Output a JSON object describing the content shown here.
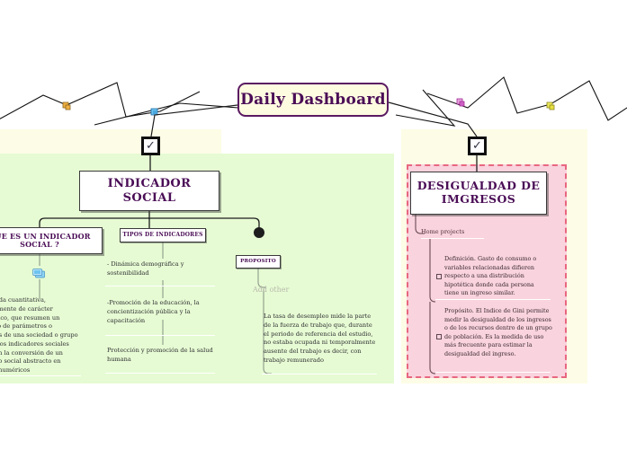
{
  "document": {
    "title": "Daily Dashboard",
    "type": "mindmap"
  },
  "colors": {
    "title_text": "#4a0d56",
    "title_bg": "#fdfbe0",
    "title_border": "#5b1a62",
    "panel_cream": "#fdfce6",
    "panel_green": "#e6fbd3",
    "panel_pink": "#f9d3de",
    "panel_pink_border": "#e8677f",
    "node_bg": "#ffffff",
    "node_border": "#3a3a3a",
    "leaf_text": "#2f2f33",
    "placeholder_text": "#b9b9ae",
    "marker_orange": "#f0b041",
    "marker_blue": "#4aa8e0",
    "marker_magenta": "#d060c8",
    "marker_yellow": "#e8e040"
  },
  "center": {
    "title": "Daily Dashboard"
  },
  "markers": {
    "left_checkbox": {
      "name": "checkbox-checked",
      "glyph": "✓"
    },
    "right_checkbox": {
      "name": "checkbox-checked",
      "glyph": "✓"
    }
  },
  "branches": {
    "social": {
      "heading": "INDICADOR SOCIAL",
      "children": [
        {
          "label": "QUE  ES  UN INDICADOR SOCIAL ?",
          "icon": "note-bubble-icon",
          "body": "na medida cuantitativa, generalmente de carácter estadístico, que resumen un conjunto de parámetros o atributos de una sociedad o grupo social. Los indicadores sociales permiten la conversión de un concepto social abstracto en valores numéricos"
        },
        {
          "label": "TIPOS DE INDICADORES",
          "items": [
            "- Dinámica demográfica y sostenibilidad",
            "-Promoción de la educación, la concientización pública y la capacitación",
            "Protección y promoción de la salud humana"
          ]
        },
        {
          "label": "PROPOSITO",
          "placeholder": "Add other",
          "body": "La tasa de desempleo mide la parte de la fuerza de trabajo que, durante el periodo de referencia del estudio, no estaba ocupada ni temporalmente ausente del trabajo es decir, con trabajo remunerado"
        }
      ]
    },
    "income": {
      "heading": "DESIGUALDAD DE IMGRESOS",
      "group_label": "Home projects",
      "items": [
        {
          "checkbox": "unchecked",
          "text": "Definición. Gasto de consumo o variables relacionadas difieren respecto a una distribución hipotética donde cada persona tiene un ingreso similar."
        },
        {
          "checkbox": "unchecked",
          "text": "Propósito. El Indice de Gini permite medir la desigualdad de los ingresos o de los recursos dentro de un grupo de población. Es la medida de uso más frecuente para estimar la desigualdad del ingreso."
        }
      ]
    }
  }
}
